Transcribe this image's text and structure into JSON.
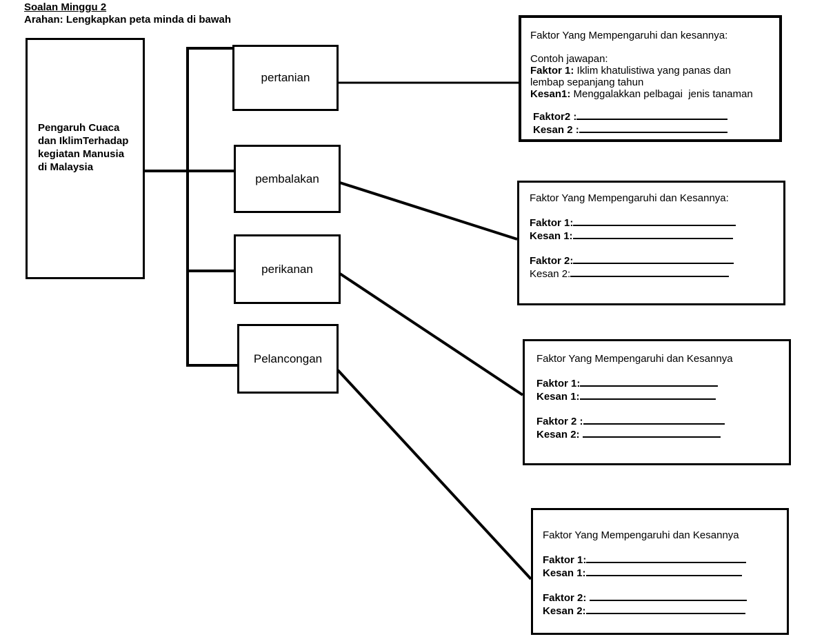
{
  "page": {
    "title": "Soalan Minggu 2",
    "instruction": "Arahan: Lengkapkan peta minda di bawah"
  },
  "root_box": {
    "label": "Pengaruh Cuaca dan IklimTerhadap kegiatan Manusia di Malaysia"
  },
  "branches": [
    {
      "label": "pertanian"
    },
    {
      "label": "pembalakan"
    },
    {
      "label": "perikanan"
    },
    {
      "label": "Pelancongan"
    }
  ],
  "answer_boxes": {
    "pertanian": {
      "title": "Faktor Yang Mempengaruhi dan kesannya:",
      "example_heading": "Contoh jawapan:",
      "faktor1_label": "Faktor 1:",
      "faktor1_text_line1": " Iklim khatulistiwa yang panas dan",
      "faktor1_text_line2": "lembap sepanjang tahun",
      "kesan1_label": "Kesan1:",
      "kesan1_text": " Menggalakkan pelbagai  jenis tanaman",
      "faktor2_label": "Faktor2 :",
      "kesan2_label": "Kesan 2 :"
    },
    "pembalakan": {
      "title": "Faktor Yang Mempengaruhi dan Kesannya:",
      "faktor1_label": "Faktor 1:",
      "kesan1_label": "Kesan 1:",
      "faktor2_label": "Faktor 2:",
      "kesan2_label": "Kesan 2:"
    },
    "perikanan": {
      "title": "Faktor Yang Mempengaruhi dan Kesannya",
      "faktor1_label": "Faktor 1:",
      "kesan1_label": "Kesan 1:",
      "faktor2_label": "Faktor 2 :",
      "kesan2_label": "Kesan 2: "
    },
    "pelancongan": {
      "title": "Faktor Yang Mempengaruhi dan Kesannya",
      "faktor1_label": "Faktor 1:",
      "kesan1_label": "Kesan 1:",
      "faktor2_label": "Faktor 2: ",
      "kesan2_label": "Kesan 2:"
    }
  },
  "colors": {
    "ink": "#000000",
    "background": "#ffffff"
  }
}
